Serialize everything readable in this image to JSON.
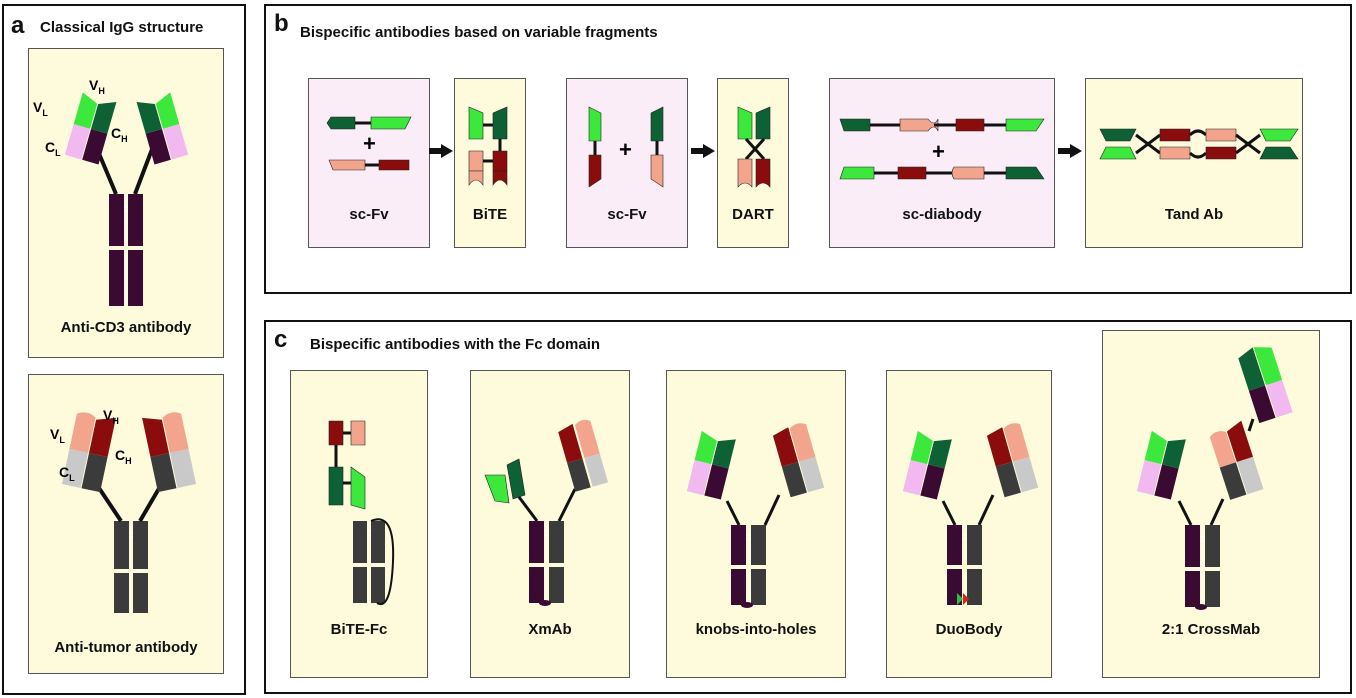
{
  "panel_a": {
    "letter": "a",
    "title": "Classical IgG structure",
    "box1_label": "Anti-CD3 antibody",
    "box2_label": "Anti-tumor antibody",
    "domain_labels": {
      "vl": "V",
      "vl_sub": "L",
      "vh": "V",
      "vh_sub": "H",
      "cl": "C",
      "cl_sub": "L",
      "ch": "C",
      "ch_sub": "H"
    }
  },
  "panel_b": {
    "letter": "b",
    "title": "Bispecific antibodies based on variable fragments",
    "items": [
      {
        "label": "sc-Fv"
      },
      {
        "label": "BiTE"
      },
      {
        "label": "sc-Fv"
      },
      {
        "label": "DART"
      },
      {
        "label": "sc-diabody"
      },
      {
        "label": "Tand Ab"
      }
    ],
    "plus": "+"
  },
  "panel_c": {
    "letter": "c",
    "title": "Bispecific antibodies with the Fc domain",
    "items": [
      {
        "label": "BiTE-Fc"
      },
      {
        "label": "XmAb"
      },
      {
        "label": "knobs-into-holes"
      },
      {
        "label": "DuoBody"
      },
      {
        "label": "2:1 CrossMab"
      }
    ]
  },
  "colors": {
    "dark_green": "#0d6134",
    "light_green": "#3be83b",
    "dark_red": "#8b0c0c",
    "salmon": "#f2a58c",
    "dark_purple": "#3a0a33",
    "light_pink": "#f2b8f0",
    "dark_gray": "#3b3b3b",
    "light_gray": "#c9c9c9"
  }
}
